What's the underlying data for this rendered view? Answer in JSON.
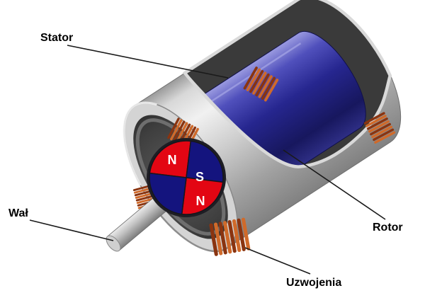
{
  "figure": {
    "description": "Cutaway diagram of an electric motor showing stator, rotor, shaft and windings",
    "labels": {
      "stator": "Stator",
      "shaft": "Wał",
      "rotor": "Rotor",
      "windings": "Uzwojenia"
    },
    "pole_markings": {
      "north_top": "N",
      "south_center": "S",
      "north_bottom": "N"
    },
    "colors": {
      "pole_red": "#e30613",
      "pole_blue": "#14147e",
      "rotor_blue": "#23238c",
      "copper_dark": "#8a3410",
      "copper_light": "#d06a2a",
      "metal_light": "#efefef",
      "metal_dark": "#7f7f7f",
      "leader_line": "#1a1a1a",
      "background": "#ffffff"
    }
  }
}
